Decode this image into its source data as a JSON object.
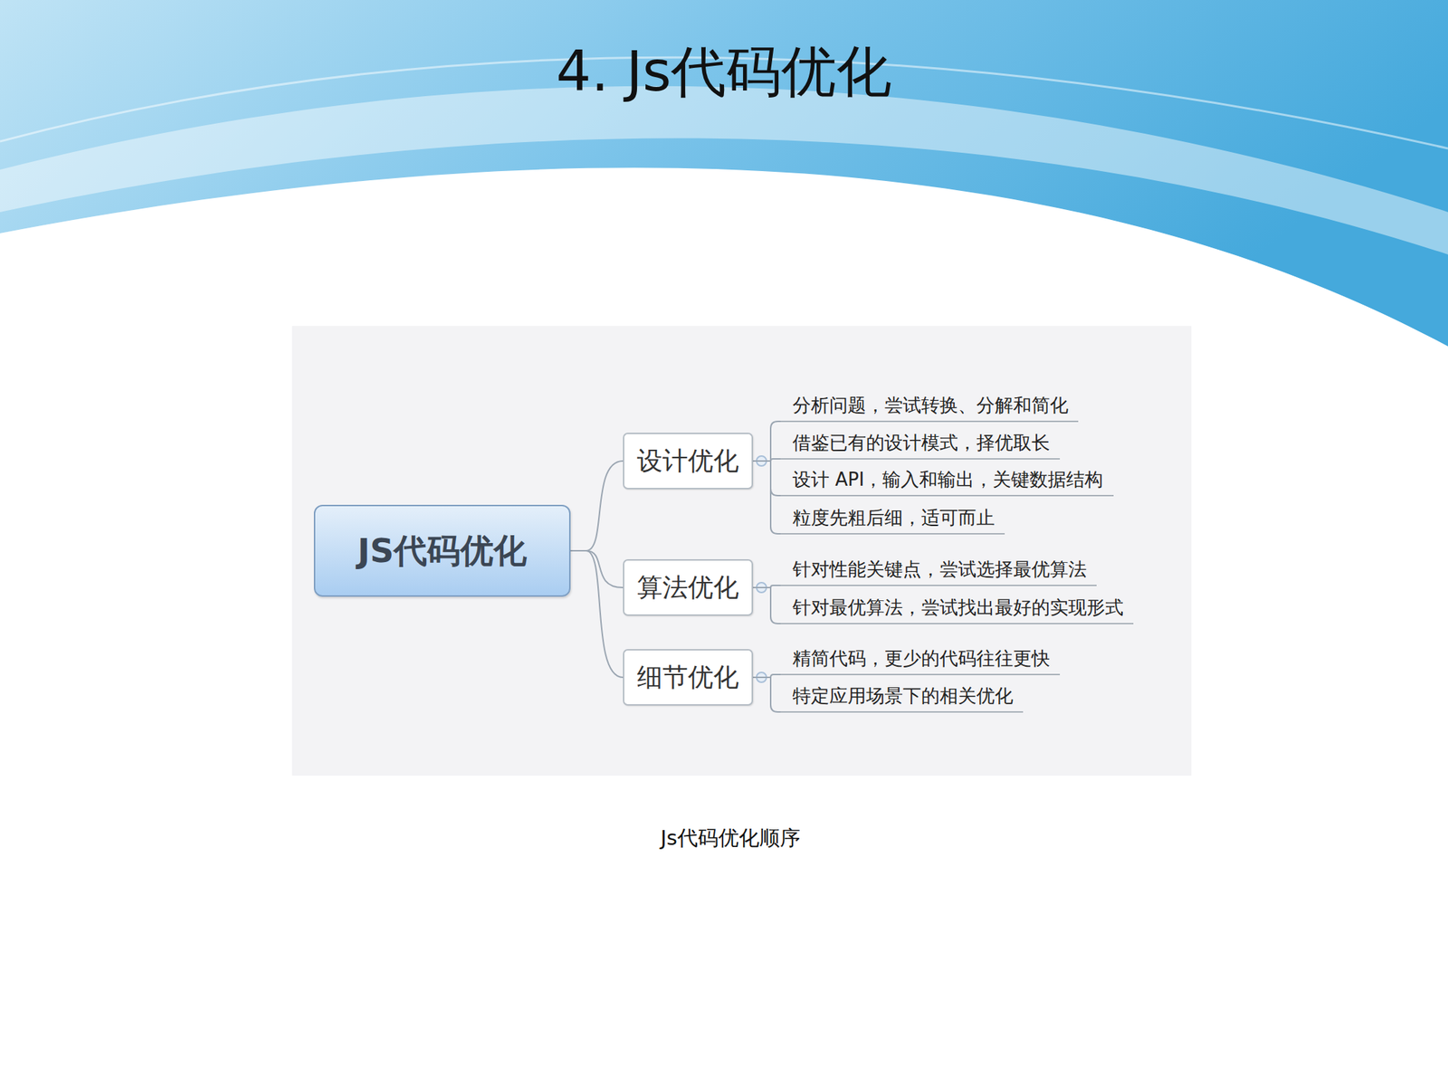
{
  "diagram": {
    "title": "4. Js代码优化",
    "caption": "Js代码优化顺序",
    "nodes": [
      {
        "text": [
          "JS代码优化"
        ]
      },
      {
        "text": [
          "设计优化"
        ]
      },
      {
        "text": [
          "分析问题，尝试转换、分解和简化"
        ]
      },
      {
        "text": [
          "借鉴已有的设计模式，择优取长"
        ]
      },
      {
        "text": [
          "设计 API，输入和输出，关键数据结构"
        ]
      },
      {
        "text": [
          "粒度先粗后细，适可而止"
        ]
      },
      {
        "text": [
          "算法优化"
        ]
      },
      {
        "text": [
          "针对性能关键点，尝试选择最优算法"
        ]
      },
      {
        "text": [
          "针对最优算法，尝试找出最好的实现形式"
        ]
      },
      {
        "text": [
          "细节优化"
        ]
      },
      {
        "text": [
          "精简代码，更少的代码往往更快"
        ]
      },
      {
        "text": [
          "特定应用场景下的相关优化"
        ]
      }
    ],
    "edges": [
      {
        "from": 0,
        "to": 1,
        "arrow": "none"
      },
      {
        "from": 0,
        "to": 6,
        "arrow": "none"
      },
      {
        "from": 0,
        "to": 9,
        "arrow": "none"
      },
      {
        "from": 1,
        "to": 2,
        "arrow": "none"
      },
      {
        "from": 1,
        "to": 3,
        "arrow": "none"
      },
      {
        "from": 1,
        "to": 4,
        "arrow": "none"
      },
      {
        "from": 1,
        "to": 5,
        "arrow": "none"
      },
      {
        "from": 6,
        "to": 7,
        "arrow": "none"
      },
      {
        "from": 6,
        "to": 8,
        "arrow": "none"
      },
      {
        "from": 9,
        "to": 10,
        "arrow": "none"
      },
      {
        "from": 9,
        "to": 11,
        "arrow": "none"
      }
    ]
  }
}
